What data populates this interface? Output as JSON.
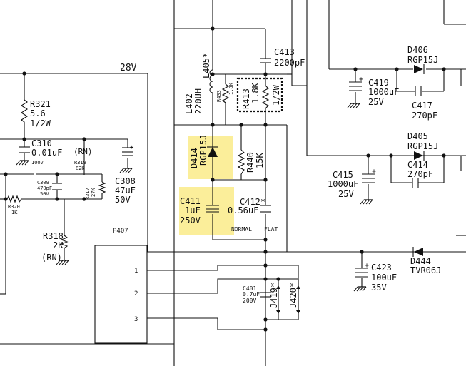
{
  "net_labels": {
    "rail_28v": "28V"
  },
  "connector": {
    "name": "P407",
    "pins": [
      "1",
      "2",
      "3"
    ]
  },
  "components": {
    "R321": {
      "ref": "R321",
      "value": "5.6",
      "rating": "1/2W"
    },
    "C310": {
      "ref": "C310",
      "value": "0.01uF",
      "voltage": "100V",
      "note": "(RN)"
    },
    "R319": {
      "ref": "R319",
      "value": "82K"
    },
    "C308": {
      "ref": "C308",
      "value": "47uF",
      "voltage": "50V"
    },
    "C309": {
      "ref": "C309",
      "value": "470pF",
      "voltage": "50V"
    },
    "R320": {
      "ref": "R320",
      "value": "1K"
    },
    "R317": {
      "ref": "R317",
      "value": "27K"
    },
    "R318": {
      "ref": "R318",
      "value": "2K",
      "note": "(RN)"
    },
    "L402": {
      "ref": "L402",
      "value": "220UH"
    },
    "L405": {
      "ref": "L405*"
    },
    "R433": {
      "ref": "R433",
      "value": "1.8K"
    },
    "R413": {
      "ref": "R413",
      "value": "1.8K",
      "rating": "1/2W"
    },
    "C413": {
      "ref": "C413",
      "value": "2200pF"
    },
    "D414": {
      "ref": "D414",
      "value": "RGP15J"
    },
    "R440": {
      "ref": "R440",
      "value": "15K"
    },
    "C411": {
      "ref": "C411",
      "value": "1uF",
      "voltage": "250V"
    },
    "C412": {
      "ref": "C412*",
      "value": "0.56uF"
    },
    "mode_labels": {
      "normal": "NORMAL",
      "flat": "FLAT"
    },
    "C401": {
      "ref": "C401",
      "value": "0.7uF",
      "voltage": "200V"
    },
    "J419": {
      "ref": "J419*"
    },
    "J420": {
      "ref": "J420*"
    },
    "D406": {
      "ref": "D406",
      "value": "RGP15J"
    },
    "C419": {
      "ref": "C419",
      "value": "1000uF",
      "voltage": "25V"
    },
    "C417": {
      "ref": "C417",
      "value": "270pF"
    },
    "D405": {
      "ref": "D405",
      "value": "RGP15J"
    },
    "C414": {
      "ref": "C414",
      "value": "270pF"
    },
    "C415": {
      "ref": "C415",
      "value": "1000uF",
      "voltage": "25V"
    },
    "C423": {
      "ref": "C423",
      "value": "100uF",
      "voltage": "35V"
    },
    "D444": {
      "ref": "D444",
      "value": "TVR06J"
    }
  }
}
